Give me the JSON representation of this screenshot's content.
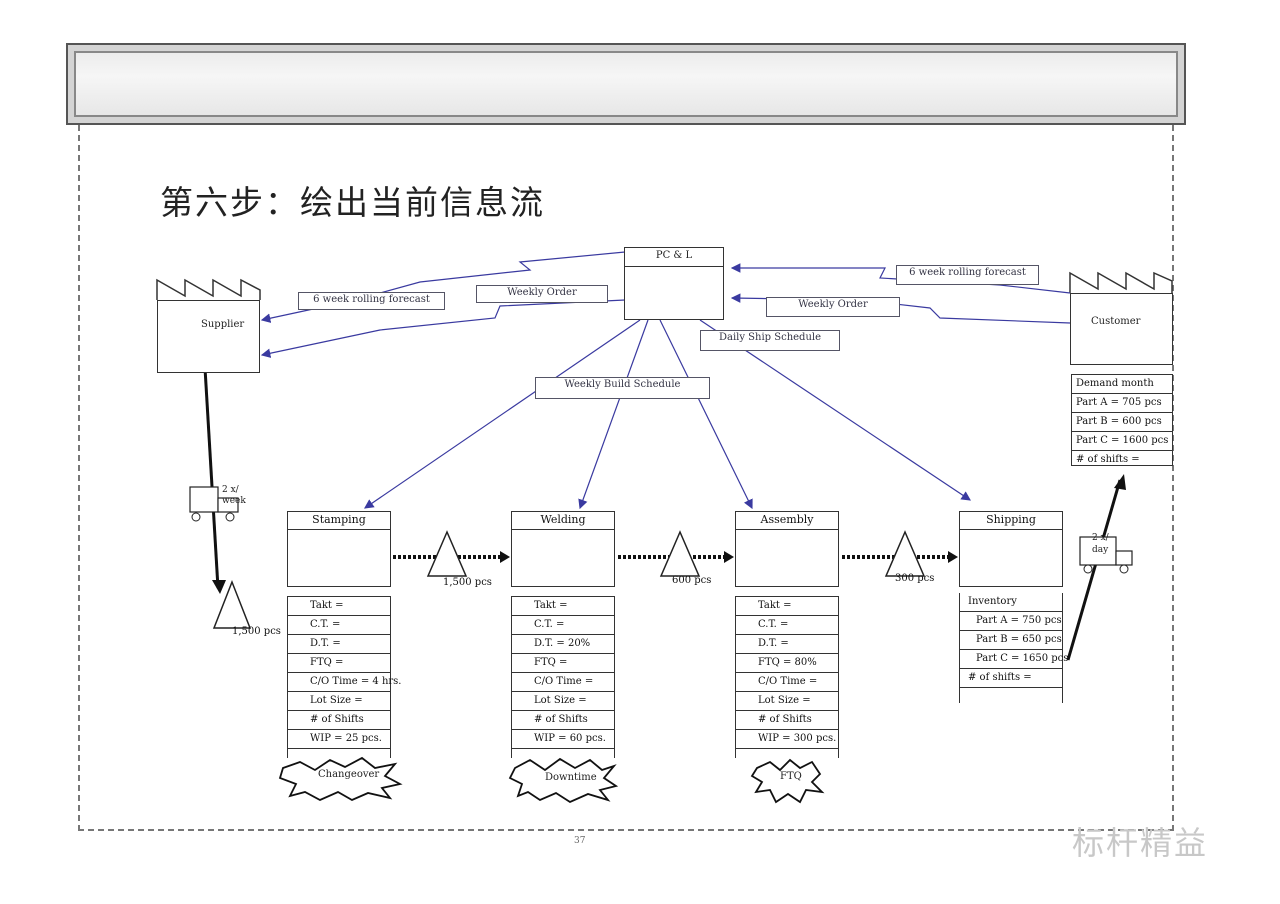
{
  "title": "第六步：绘出当前信息流",
  "pc_box": "PC & L",
  "supplier": "Supplier",
  "customer": "Customer",
  "flows": {
    "forecast_left": "6 week rolling forecast",
    "order_left": "Weekly Order",
    "forecast_right": "6 week rolling forecast",
    "order_right": "Weekly Order",
    "daily_ship": "Daily Ship Schedule",
    "weekly_build": "Weekly Build Schedule"
  },
  "customer_data": [
    "Demand month",
    "Part A = 705 pcs",
    "Part B = 600 pcs",
    "Part C = 1600 pcs",
    "# of shifts ="
  ],
  "truck_supplier": "2 x/ week",
  "truck_customer": "2 x/ day",
  "supplier_inventory": "1,500 pcs",
  "processes": [
    {
      "name": "Stamping",
      "rows": [
        "Takt =",
        "C.T. =",
        "D.T. =",
        "FTQ =",
        "C/O Time = 4 hrs.",
        "Lot Size =",
        "# of Shifts",
        "WIP = 25 pcs."
      ],
      "burst": "Changeover"
    },
    {
      "name": "Welding",
      "rows": [
        "Takt =",
        "C.T. =",
        "D.T. = 20%",
        "FTQ =",
        "C/O Time =",
        "Lot Size =",
        "# of Shifts",
        "WIP = 60 pcs."
      ],
      "burst": "Downtime"
    },
    {
      "name": "Assembly",
      "rows": [
        "Takt =",
        "C.T. =",
        "D.T. =",
        "FTQ = 80%",
        "C/O Time =",
        "Lot Size =",
        "# of Shifts",
        "WIP = 300 pcs."
      ],
      "burst": "FTQ"
    },
    {
      "name": "Shipping",
      "rows": [
        "Inventory",
        "Part A = 750 pcs",
        "Part B = 650 pcs",
        "Part C = 1650 pcs",
        "# of shifts ="
      ]
    }
  ],
  "inventories": [
    "1,500 pcs",
    "600 pcs",
    "300 pcs"
  ],
  "page_number": "37",
  "watermark": "标杆精益"
}
